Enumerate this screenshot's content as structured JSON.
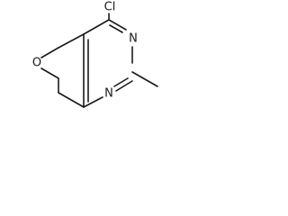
{
  "molecule": {
    "atoms": {
      "chlorine": "Cl",
      "ring_oxygen": "O",
      "nitrogen_3": "N",
      "nitrogen_1": "N"
    }
  }
}
